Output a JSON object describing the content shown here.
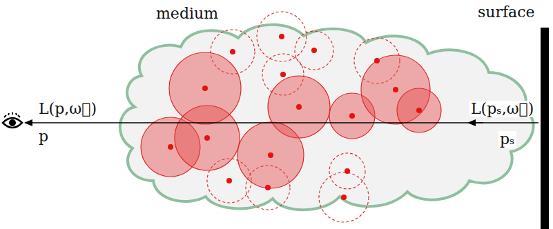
{
  "diagram": {
    "labels": [
      "medium",
      "surface",
      "L(p,ω⃗)",
      "p",
      "L(pₛ,ω⃗)",
      "pₛ"
    ]
  }
}
